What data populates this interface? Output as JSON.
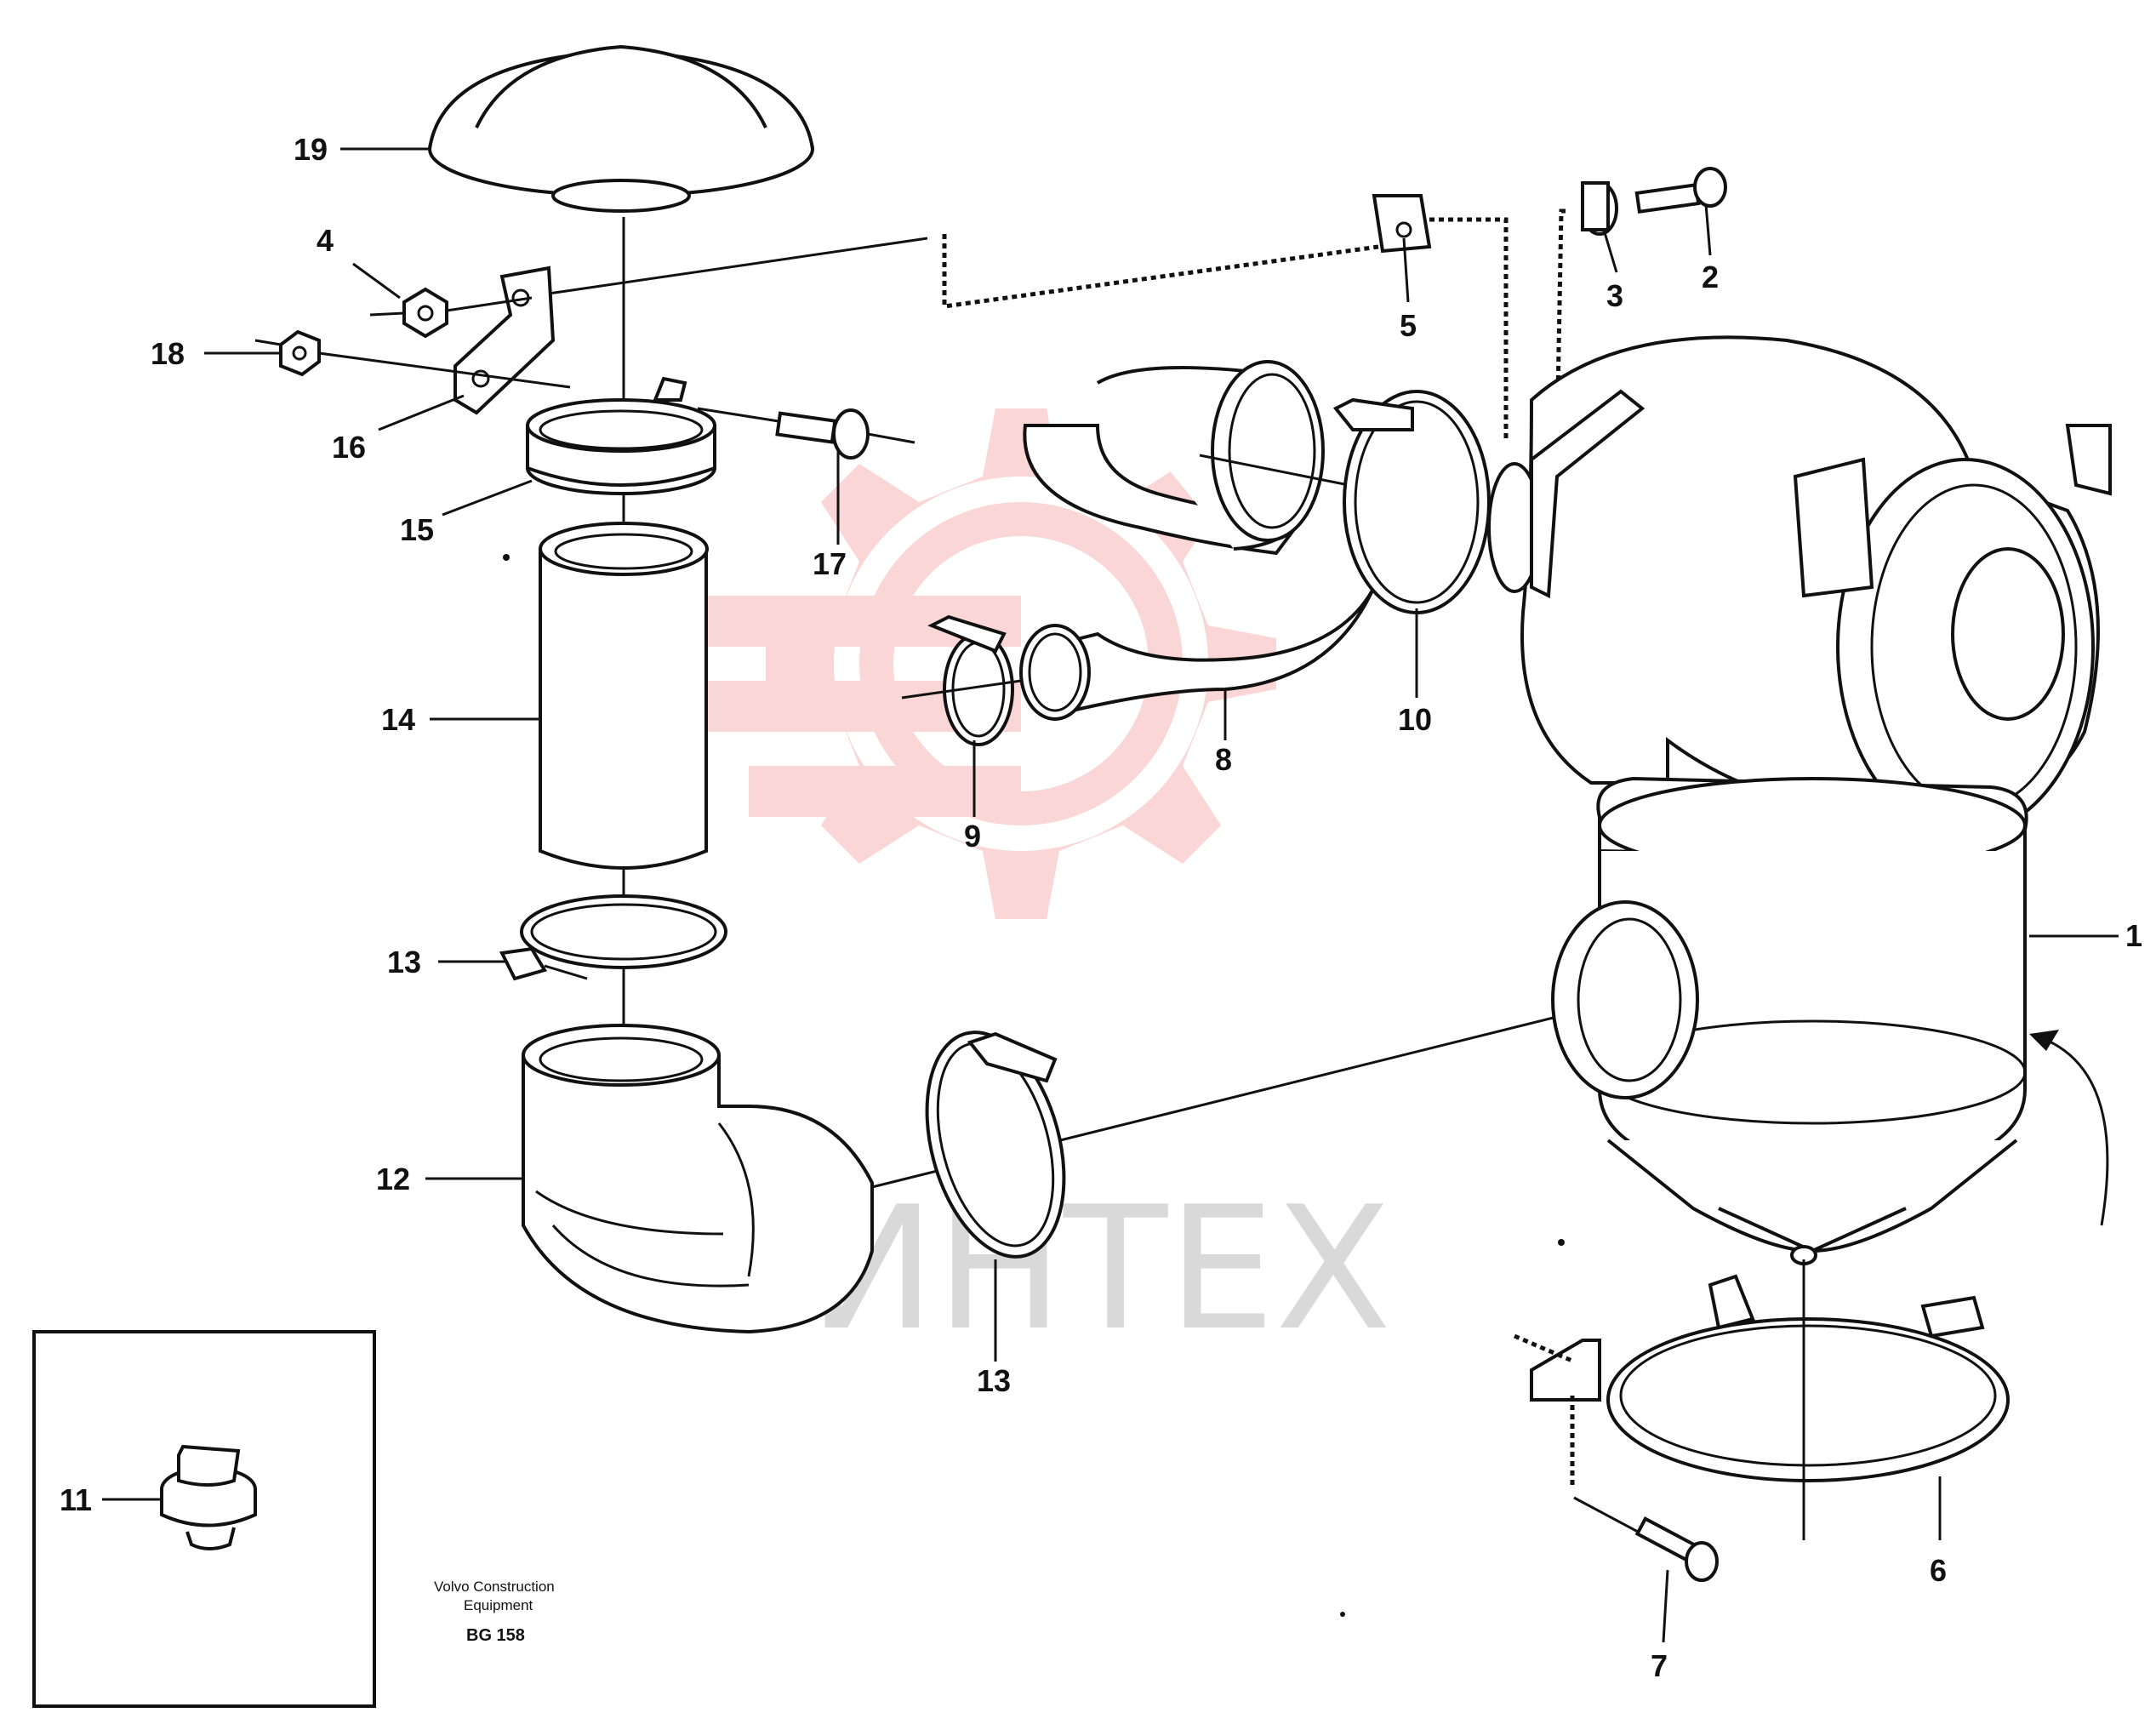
{
  "diagram": {
    "watermark": {
      "text": "ИНТЕХ",
      "color": "#f28b8b"
    },
    "part_labels": [
      {
        "id": "1",
        "text": "1"
      },
      {
        "id": "2",
        "text": "2"
      },
      {
        "id": "3",
        "text": "3"
      },
      {
        "id": "4",
        "text": "4"
      },
      {
        "id": "5",
        "text": "5"
      },
      {
        "id": "6",
        "text": "6"
      },
      {
        "id": "7",
        "text": "7"
      },
      {
        "id": "8",
        "text": "8"
      },
      {
        "id": "9",
        "text": "9"
      },
      {
        "id": "10",
        "text": "10"
      },
      {
        "id": "11",
        "text": "11"
      },
      {
        "id": "12",
        "text": "12"
      },
      {
        "id": "13a",
        "text": "13"
      },
      {
        "id": "13b",
        "text": "13"
      },
      {
        "id": "14",
        "text": "14"
      },
      {
        "id": "15",
        "text": "15"
      },
      {
        "id": "16",
        "text": "16"
      },
      {
        "id": "17",
        "text": "17"
      },
      {
        "id": "18",
        "text": "18"
      },
      {
        "id": "19",
        "text": "19"
      }
    ],
    "footer": {
      "line1": "Volvo Construction",
      "line2": "Equipment",
      "code": "BG 158"
    }
  }
}
